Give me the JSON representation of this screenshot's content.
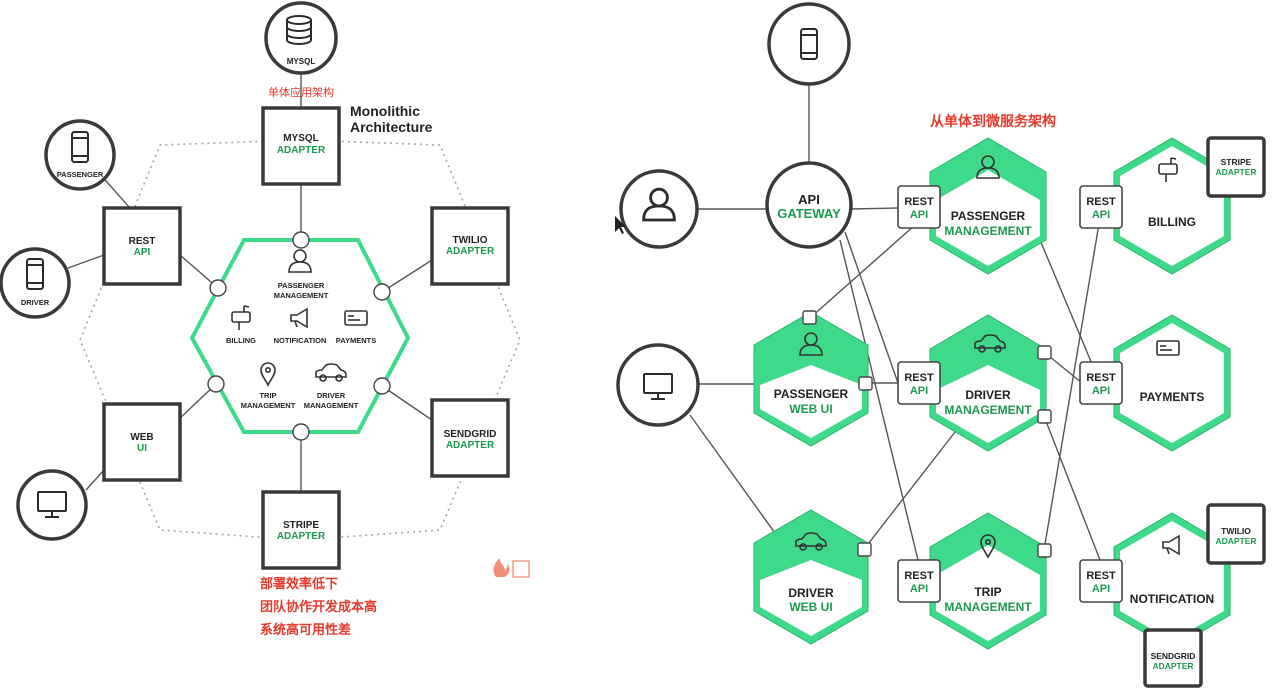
{
  "colors": {
    "accent_green": "#3fd98a",
    "label_green": "#1c9a52",
    "annotation_red": "#e53a2e",
    "dark": "#3a3a3a"
  },
  "monolith": {
    "title": "Monolithic Architecture",
    "mysql_label": "MYSQL",
    "annotation_top": "单体应用架构",
    "adapters": {
      "mysql": {
        "line1": "MYSQL",
        "line2": "ADAPTER"
      },
      "twilio": {
        "line1": "TWILIO",
        "line2": "ADAPTER"
      },
      "sendgrid": {
        "line1": "SENDGRID",
        "line2": "ADAPTER"
      },
      "stripe": {
        "line1": "STRIPE",
        "line2": "ADAPTER"
      },
      "rest": {
        "line1": "REST",
        "line2": "API"
      },
      "web": {
        "line1": "WEB",
        "line2": "UI"
      }
    },
    "clients": {
      "passenger": "PASSENGER",
      "driver": "DRIVER"
    },
    "modules": {
      "passenger_l1": "PASSENGER",
      "passenger_l2": "MANAGEMENT",
      "billing": "BILLING",
      "notification": "NOTIFICATION",
      "payments": "PAYMENTS",
      "trip_l1": "TRIP",
      "trip_l2": "MANAGEMENT",
      "driver_l1": "DRIVER",
      "driver_l2": "MANAGEMENT"
    },
    "drawbacks": [
      "部署效率低下",
      "团队协作开发成本高",
      "系统高可用性差"
    ]
  },
  "micro": {
    "title": "从单体到微服务架构",
    "gateway": {
      "line1": "API",
      "line2": "GATEWAY"
    },
    "rest": {
      "line1": "REST",
      "line2": "API"
    },
    "services": {
      "passenger_mgmt": {
        "line1": "PASSENGER",
        "line2": "MANAGEMENT"
      },
      "driver_mgmt": {
        "line1": "DRIVER",
        "line2": "MANAGEMENT"
      },
      "trip_mgmt": {
        "line1": "TRIP",
        "line2": "MANAGEMENT"
      },
      "passenger_web": {
        "line1": "PASSENGER",
        "line2": "WEB UI"
      },
      "driver_web": {
        "line1": "DRIVER",
        "line2": "WEB UI"
      },
      "billing": "BILLING",
      "payments": "PAYMENTS",
      "notification": "NOTIFICATION"
    },
    "adapters": {
      "stripe": {
        "line1": "STRIPE",
        "line2": "ADAPTER"
      },
      "twilio": {
        "line1": "TWILIO",
        "line2": "ADAPTER"
      },
      "sendgrid": {
        "line1": "SENDGRID",
        "line2": "ADAPTER"
      }
    }
  },
  "icons": [
    "database-icon",
    "phone-icon",
    "monitor-icon",
    "person-icon",
    "car-icon",
    "pin-icon",
    "mailbox-icon",
    "megaphone-icon",
    "card-icon",
    "cursor-icon",
    "logo-icon"
  ]
}
